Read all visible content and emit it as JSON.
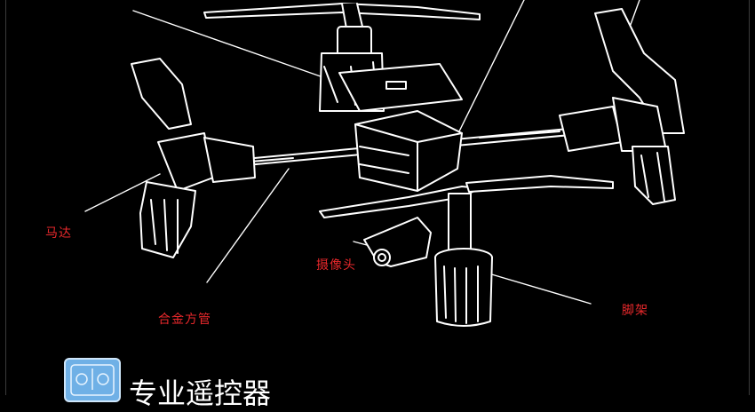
{
  "labels": {
    "motor": "马达",
    "alloy_tube": "合金方管",
    "camera": "摄像头",
    "landing_legs": "脚架"
  },
  "footer": {
    "title": "专业遥控器",
    "icon": "remote-controller-icon"
  },
  "colors": {
    "background": "#000000",
    "line_art": "#ffffff",
    "label_text": "#e8282b",
    "icon_blue": "#6fb0e6"
  }
}
